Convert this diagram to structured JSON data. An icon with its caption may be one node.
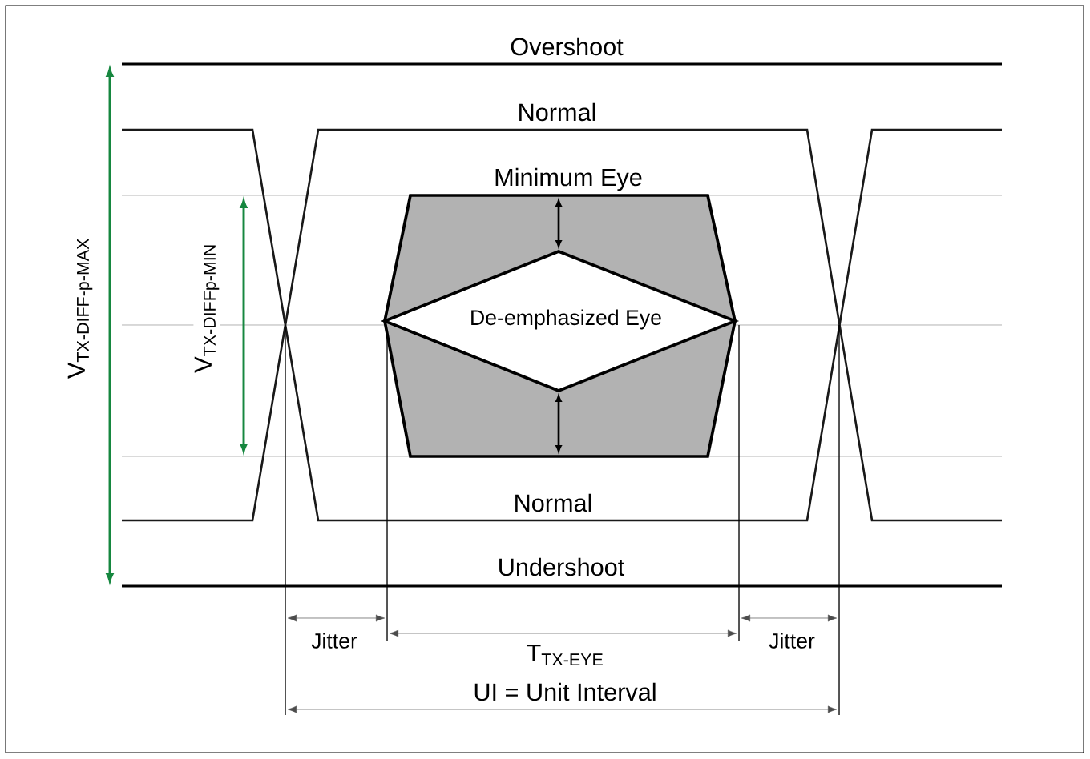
{
  "diagram": {
    "nodes": [
      {
        "text": [
          "Minimum Eye"
        ]
      },
      {
        "text": [
          "De-emphasized Eye"
        ],
        "in": 0
      }
    ],
    "labels": [
      "Overshoot",
      "Normal",
      "\\mathrm{V}_{\\text{TX-DIFF-p-MAX}}",
      "\\mathrm{V}_{\\text{TX-DIFFp-MIN}}",
      "Normal",
      "Undershoot",
      "Jitter",
      "\\mathrm{T}_{\\text{TX-EYE}}",
      "Jitter",
      "UI = Unit Interval"
    ]
  }
}
